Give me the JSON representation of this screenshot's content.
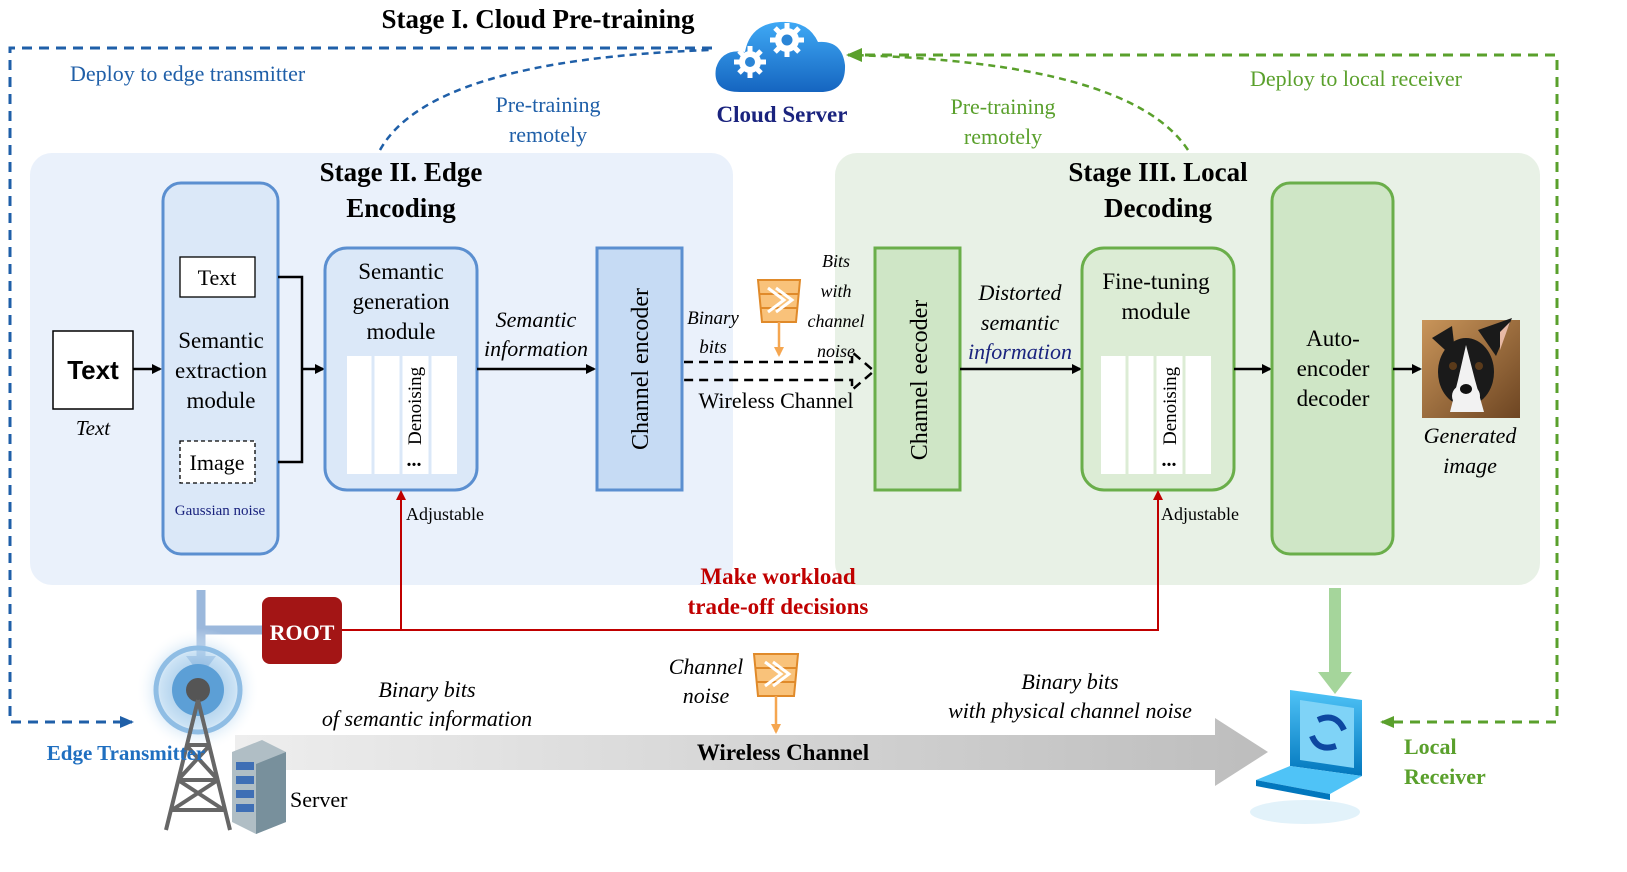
{
  "stage1": {
    "title": "Stage I. Cloud Pre-training",
    "cloud_label": "Cloud Server",
    "deploy_edge": "Deploy to edge transmitter",
    "deploy_local": "Deploy to local receiver",
    "pretrain_left": [
      "Pre-training",
      "remotely"
    ],
    "pretrain_right": [
      "Pre-training",
      "remotely"
    ]
  },
  "stage2": {
    "title": [
      "Stage II. Edge",
      "Encoding"
    ],
    "text_input": "Text",
    "text_caption": "Text",
    "extraction": {
      "text_box": "Text",
      "label": [
        "Semantic",
        "extraction",
        "module"
      ],
      "image_box": "Image",
      "noise": "Gaussian noise"
    },
    "generation": {
      "label": [
        "Semantic",
        "generation",
        "module"
      ],
      "denoising": "Denoising",
      "dots": "...",
      "adjustable": "Adjustable"
    },
    "semantic_info": [
      "Semantic",
      "information"
    ],
    "channel_encoder": "Channel encoder",
    "binary_bits": [
      "Binary",
      "bits"
    ]
  },
  "middle": {
    "bits_noise": [
      "Bits",
      "with",
      "channel",
      "noise"
    ],
    "wireless": "Wireless Channel"
  },
  "stage3": {
    "title": [
      "Stage III. Local",
      "Decoding"
    ],
    "channel_decoder": "Channel eecoder",
    "distorted": [
      "Distorted",
      "semantic",
      "information"
    ],
    "finetune": {
      "label": [
        "Fine-tuning",
        "module"
      ],
      "denoising": "Denoising",
      "dots": "...",
      "adjustable": "Adjustable"
    },
    "autoencoder": [
      "Auto-",
      "encoder",
      "decoder"
    ],
    "generated": [
      "Generated",
      "image"
    ]
  },
  "bottom": {
    "decision": [
      "Make workload",
      "trade-off decisions"
    ],
    "root": "ROOT",
    "channel_noise": [
      "Channel",
      "noise"
    ],
    "binary_left": [
      "Binary bits",
      "of semantic information"
    ],
    "binary_right": [
      "Binary bits",
      "with physical channel noise"
    ],
    "wireless": "Wireless Channel",
    "edge_tx": "Edge Transmitter",
    "server": "Server",
    "local_rx": [
      "Local",
      "Receiver"
    ]
  },
  "colors": {
    "edge_blue": "#1f5fa8",
    "local_green": "#5aa02c",
    "decision_red": "#c00000",
    "navy": "#1a237e"
  }
}
